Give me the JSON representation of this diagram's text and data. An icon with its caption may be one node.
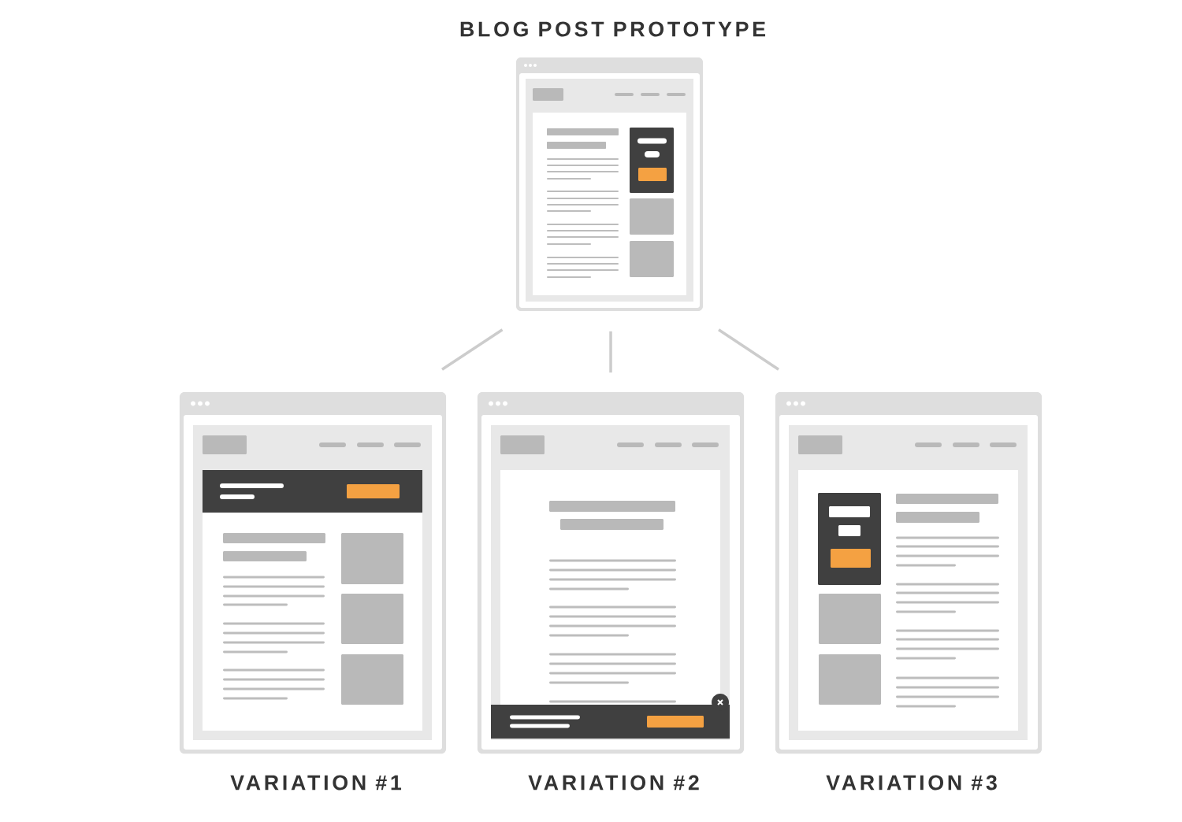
{
  "diagram": {
    "nodes": [
      {
        "text": [
          "BLOG POST PROTOTYPE"
        ]
      },
      {
        "text": [
          "VARIATION #1"
        ]
      },
      {
        "text": [
          "VARIATION #2"
        ]
      },
      {
        "text": [
          "VARIATION #3"
        ]
      }
    ],
    "edges": [
      {
        "from": 0,
        "to": 1,
        "arrow": "none"
      },
      {
        "from": 0,
        "to": 2,
        "arrow": "none"
      },
      {
        "from": 0,
        "to": 3,
        "arrow": "none"
      }
    ]
  }
}
